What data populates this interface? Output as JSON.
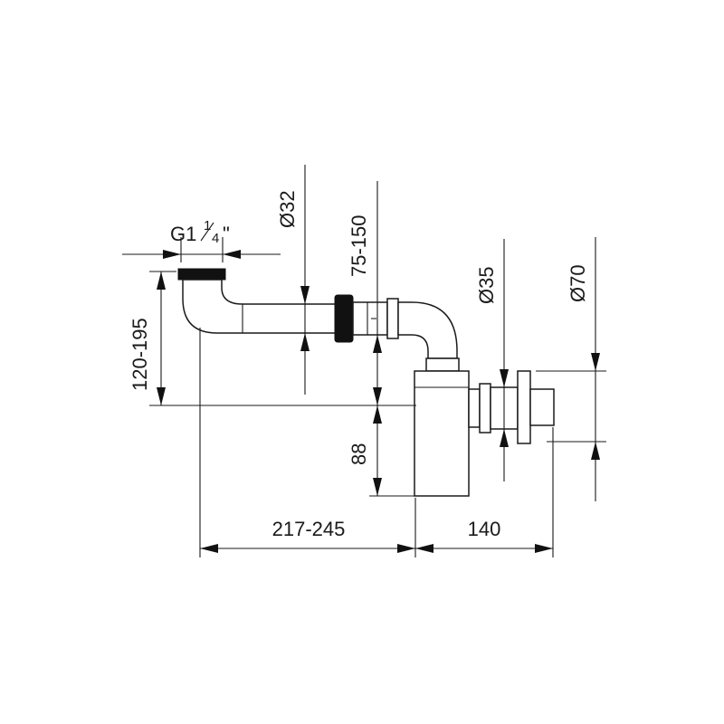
{
  "dimensions": {
    "thread": {
      "main": "G1",
      "numerator": "1",
      "denominator": "4",
      "suffix": "\""
    },
    "diameter_inlet": "Ø32",
    "height_adjust": "120-195",
    "outlet_height": "75-150",
    "trap_height": "88",
    "diameter_outlet": "Ø35",
    "diameter_rosette": "Ø70",
    "horizontal_adjust": "217-245",
    "wall_distance": "140"
  }
}
